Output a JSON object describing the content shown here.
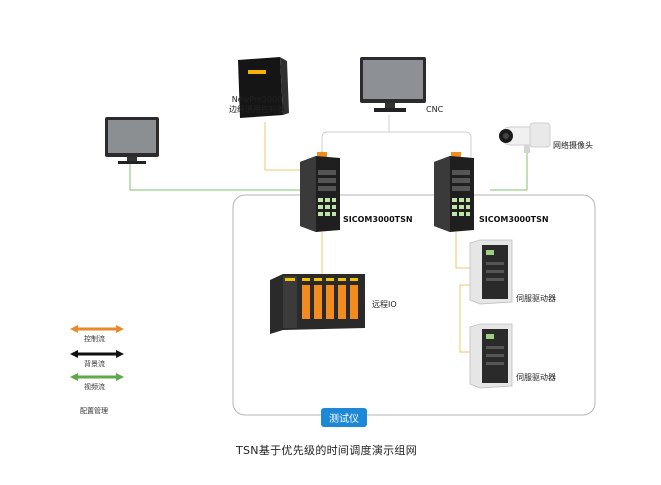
{
  "devices": {
    "controller": {
      "name_line1": "NewPre3000",
      "name_line2": "边缘通用控制器"
    },
    "cnc": {
      "name": "CNC"
    },
    "camera": {
      "name": "网络摄像头"
    },
    "switch_left": {
      "name": "SICOM3000TSN"
    },
    "switch_right": {
      "name": "SICOM3000TSN"
    },
    "remote_io": {
      "name": "远程IO"
    },
    "servo_1": {
      "name": "伺服驱动器"
    },
    "servo_2": {
      "name": "伺服驱动器"
    }
  },
  "tester": {
    "label": "测试仪"
  },
  "legend": [
    {
      "label": "控制流",
      "color": "#e8892b"
    },
    {
      "label": "背景流",
      "color": "#111111"
    },
    {
      "label": "视频流",
      "color": "#5ea94a"
    },
    {
      "label": "配置管理"
    }
  ],
  "colors": {
    "control_link": "#f2c56e",
    "video_link": "#7cc56a",
    "management_link": "#cfcfcf",
    "tester_badge": "#1d88d6"
  },
  "caption": "TSN基于优先级的时间调度演示组网"
}
